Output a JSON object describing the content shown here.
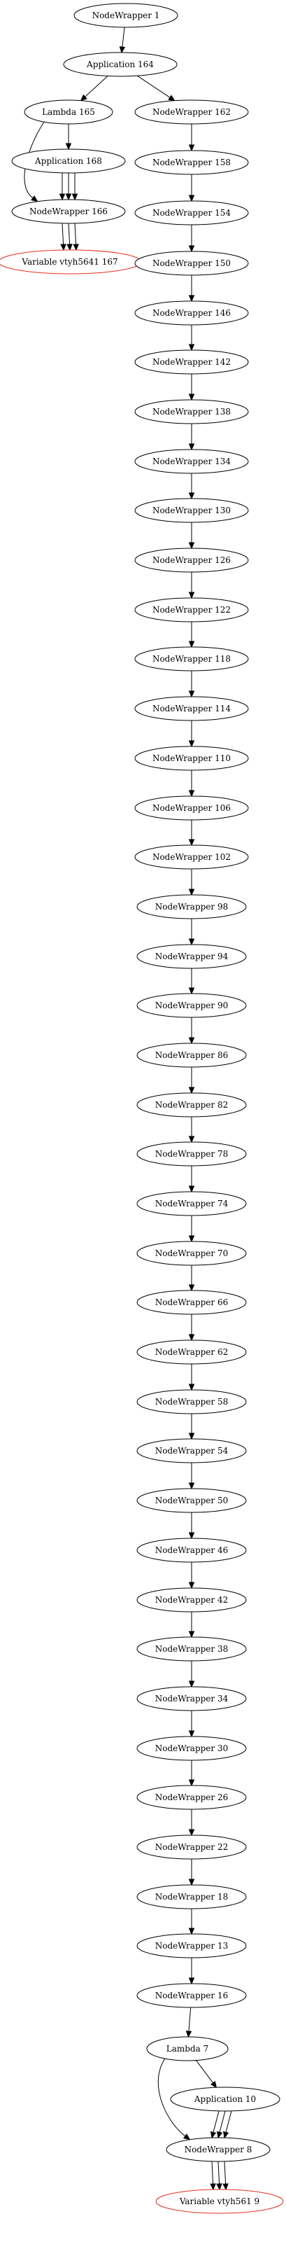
{
  "colors": {
    "background": "#ffffff",
    "node_stroke": "#000000",
    "variable_stroke": "#e8301e",
    "edge": "#000000"
  },
  "graph": {
    "nodes": [
      {
        "id": "nw1",
        "label": "NodeWrapper  1"
      },
      {
        "id": "app164",
        "label": "Application  164"
      },
      {
        "id": "lam165",
        "label": "Lambda  165"
      },
      {
        "id": "nw162",
        "label": "NodeWrapper  162"
      },
      {
        "id": "app168",
        "label": "Application  168"
      },
      {
        "id": "nw158",
        "label": "NodeWrapper  158"
      },
      {
        "id": "nw166",
        "label": "NodeWrapper  166"
      },
      {
        "id": "nw154",
        "label": "NodeWrapper  154"
      },
      {
        "id": "var167",
        "label": "Variable vtyh5641 167",
        "kind": "variable"
      },
      {
        "id": "nw150",
        "label": "NodeWrapper  150"
      },
      {
        "id": "nw146",
        "label": "NodeWrapper  146"
      },
      {
        "id": "nw142",
        "label": "NodeWrapper  142"
      },
      {
        "id": "nw138",
        "label": "NodeWrapper  138"
      },
      {
        "id": "nw134",
        "label": "NodeWrapper  134"
      },
      {
        "id": "nw130",
        "label": "NodeWrapper  130"
      },
      {
        "id": "nw126",
        "label": "NodeWrapper  126"
      },
      {
        "id": "nw122",
        "label": "NodeWrapper  122"
      },
      {
        "id": "nw118",
        "label": "NodeWrapper  118"
      },
      {
        "id": "nw114",
        "label": "NodeWrapper  114"
      },
      {
        "id": "nw110",
        "label": "NodeWrapper  110"
      },
      {
        "id": "nw106",
        "label": "NodeWrapper  106"
      },
      {
        "id": "nw102",
        "label": "NodeWrapper  102"
      },
      {
        "id": "nw98",
        "label": "NodeWrapper  98"
      },
      {
        "id": "nw94",
        "label": "NodeWrapper  94"
      },
      {
        "id": "nw90",
        "label": "NodeWrapper  90"
      },
      {
        "id": "nw86",
        "label": "NodeWrapper  86"
      },
      {
        "id": "nw82",
        "label": "NodeWrapper  82"
      },
      {
        "id": "nw78",
        "label": "NodeWrapper  78"
      },
      {
        "id": "nw74",
        "label": "NodeWrapper  74"
      },
      {
        "id": "nw70",
        "label": "NodeWrapper  70"
      },
      {
        "id": "nw66",
        "label": "NodeWrapper  66"
      },
      {
        "id": "nw62",
        "label": "NodeWrapper  62"
      },
      {
        "id": "nw58",
        "label": "NodeWrapper  58"
      },
      {
        "id": "nw54",
        "label": "NodeWrapper  54"
      },
      {
        "id": "nw50",
        "label": "NodeWrapper  50"
      },
      {
        "id": "nw46",
        "label": "NodeWrapper  46"
      },
      {
        "id": "nw42",
        "label": "NodeWrapper  42"
      },
      {
        "id": "nw38",
        "label": "NodeWrapper  38"
      },
      {
        "id": "nw34",
        "label": "NodeWrapper  34"
      },
      {
        "id": "nw30",
        "label": "NodeWrapper  30"
      },
      {
        "id": "nw26",
        "label": "NodeWrapper  26"
      },
      {
        "id": "nw22",
        "label": "NodeWrapper  22"
      },
      {
        "id": "nw18",
        "label": "NodeWrapper  18"
      },
      {
        "id": "nw13",
        "label": "NodeWrapper  13"
      },
      {
        "id": "nw16",
        "label": "NodeWrapper  16"
      },
      {
        "id": "lam7",
        "label": "Lambda  7"
      },
      {
        "id": "app10",
        "label": "Application  10"
      },
      {
        "id": "nw8",
        "label": "NodeWrapper  8"
      },
      {
        "id": "var9",
        "label": "Variable vtyh561 9",
        "kind": "variable"
      }
    ],
    "edges": [
      {
        "from": "nw1",
        "to": "app164"
      },
      {
        "from": "app164",
        "to": "lam165"
      },
      {
        "from": "app164",
        "to": "nw162"
      },
      {
        "from": "lam165",
        "to": "app168"
      },
      {
        "from": "lam165",
        "to": "nw166"
      },
      {
        "from": "app168",
        "to": "nw166",
        "count": 3
      },
      {
        "from": "nw166",
        "to": "var167",
        "count": 3
      },
      {
        "from": "nw162",
        "to": "nw158"
      },
      {
        "from": "nw158",
        "to": "nw154"
      },
      {
        "from": "nw154",
        "to": "nw150"
      },
      {
        "from": "nw150",
        "to": "nw146"
      },
      {
        "from": "nw146",
        "to": "nw142"
      },
      {
        "from": "nw142",
        "to": "nw138"
      },
      {
        "from": "nw138",
        "to": "nw134"
      },
      {
        "from": "nw134",
        "to": "nw130"
      },
      {
        "from": "nw130",
        "to": "nw126"
      },
      {
        "from": "nw126",
        "to": "nw122"
      },
      {
        "from": "nw122",
        "to": "nw118"
      },
      {
        "from": "nw118",
        "to": "nw114"
      },
      {
        "from": "nw114",
        "to": "nw110"
      },
      {
        "from": "nw110",
        "to": "nw106"
      },
      {
        "from": "nw106",
        "to": "nw102"
      },
      {
        "from": "nw102",
        "to": "nw98"
      },
      {
        "from": "nw98",
        "to": "nw94"
      },
      {
        "from": "nw94",
        "to": "nw90"
      },
      {
        "from": "nw90",
        "to": "nw86"
      },
      {
        "from": "nw86",
        "to": "nw82"
      },
      {
        "from": "nw82",
        "to": "nw78"
      },
      {
        "from": "nw78",
        "to": "nw74"
      },
      {
        "from": "nw74",
        "to": "nw70"
      },
      {
        "from": "nw70",
        "to": "nw66"
      },
      {
        "from": "nw66",
        "to": "nw62"
      },
      {
        "from": "nw62",
        "to": "nw58"
      },
      {
        "from": "nw58",
        "to": "nw54"
      },
      {
        "from": "nw54",
        "to": "nw50"
      },
      {
        "from": "nw50",
        "to": "nw46"
      },
      {
        "from": "nw46",
        "to": "nw42"
      },
      {
        "from": "nw42",
        "to": "nw38"
      },
      {
        "from": "nw38",
        "to": "nw34"
      },
      {
        "from": "nw34",
        "to": "nw30"
      },
      {
        "from": "nw30",
        "to": "nw26"
      },
      {
        "from": "nw26",
        "to": "nw22"
      },
      {
        "from": "nw22",
        "to": "nw18"
      },
      {
        "from": "nw18",
        "to": "nw13"
      },
      {
        "from": "nw13",
        "to": "nw16"
      },
      {
        "from": "nw16",
        "to": "lam7"
      },
      {
        "from": "lam7",
        "to": "app10"
      },
      {
        "from": "lam7",
        "to": "nw8"
      },
      {
        "from": "app10",
        "to": "nw8",
        "count": 3
      },
      {
        "from": "nw8",
        "to": "var9",
        "count": 3
      }
    ]
  }
}
